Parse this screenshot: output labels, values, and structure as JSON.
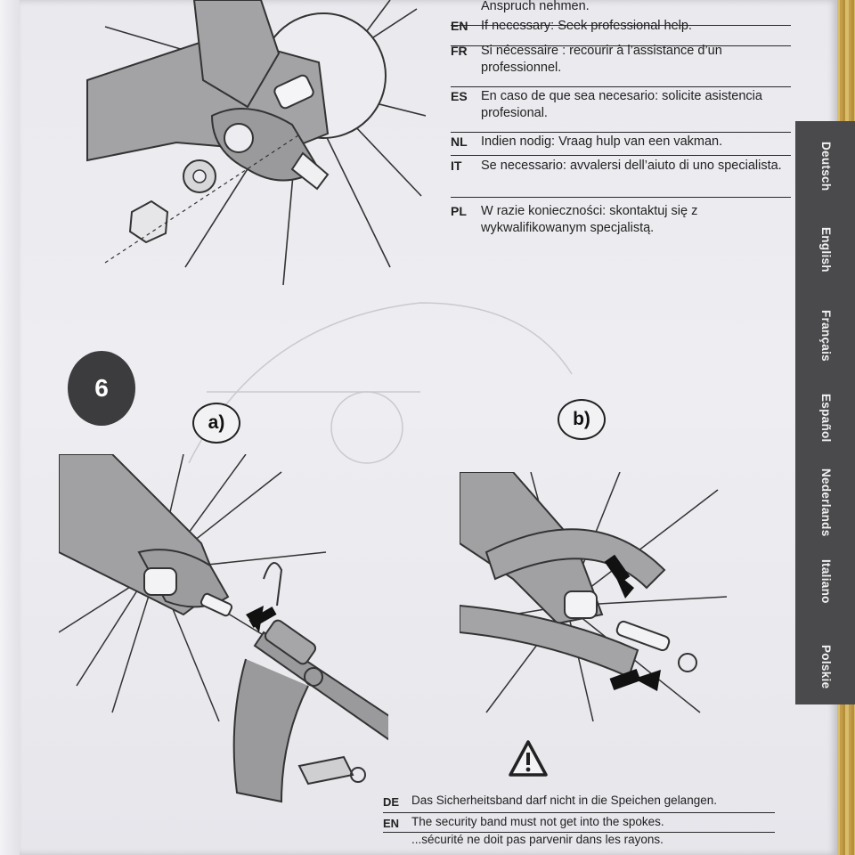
{
  "languages_tabs": [
    "Deutsch",
    "English",
    "Français",
    "Español",
    "Nederlands",
    "Italiano",
    "Polskie"
  ],
  "help_rows": [
    {
      "code": "",
      "text": "Anspruch nehmen."
    },
    {
      "code": "EN",
      "text": "If necessary: Seek professional help."
    },
    {
      "code": "FR",
      "text": "Si nécessaire : recourir à l’assistance d’un professionnel."
    },
    {
      "code": "ES",
      "text": "En caso de que sea necesario: solicite asistencia profesional."
    },
    {
      "code": "NL",
      "text": "Indien nodig: Vraag hulp van een vakman."
    },
    {
      "code": "IT",
      "text": "Se necessario: avvalersi dell’aiuto di uno specialista."
    },
    {
      "code": "PL",
      "text": "W razie konieczności: skontaktuj się z wykwalifikowanym specjalistą."
    }
  ],
  "step": {
    "number": "6",
    "sub_a": "a)",
    "sub_b": "b)"
  },
  "warning": {
    "icon": "warning-triangle-icon",
    "rows": [
      {
        "code": "DE",
        "text": "Das Sicherheitsband darf nicht in die Speichen gelangen."
      },
      {
        "code": "EN",
        "text": "The security band must not get into the spokes."
      },
      {
        "code": "",
        "text": "...sécurité ne doit pas parvenir dans les rayons."
      }
    ]
  },
  "colors": {
    "sidebar": "#4a4a4c",
    "badge": "#3c3c3e",
    "ink": "#222222",
    "illustration_fill": "#9a9a9c"
  }
}
